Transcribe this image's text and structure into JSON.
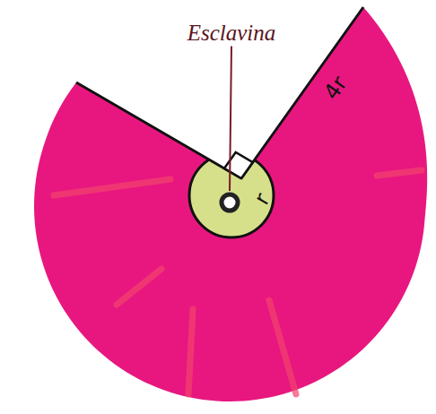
{
  "diagram": {
    "labels": [
      "Esclavina",
      "r",
      "4r"
    ]
  }
}
